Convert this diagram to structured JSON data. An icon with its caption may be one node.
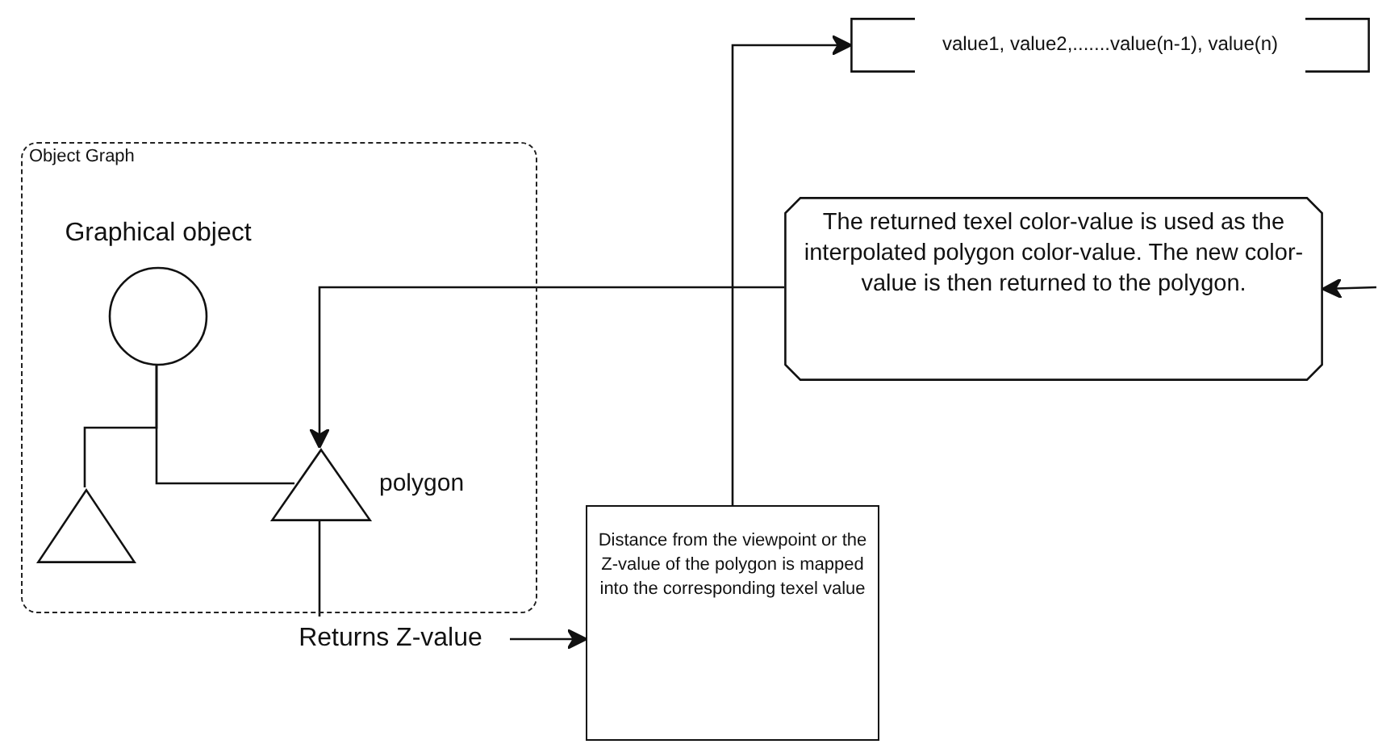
{
  "diagram": {
    "nodes": [
      {
        "text": [
          "Object Graph"
        ]
      },
      {
        "text": [
          "Graphical object"
        ],
        "in": 0
      },
      {
        "text": [],
        "shape": "triangle",
        "in": 0
      },
      {
        "text": [],
        "shape": "triangle",
        "in": 0,
        "beside": [
          "polygon"
        ]
      },
      {
        "text": [
          "Returns Z-value"
        ]
      },
      {
        "text": [
          "Distance from the viewpoint or the Z-value of the polygon is mapped into the corresponding texel value"
        ]
      },
      {
        "text": [
          "value1, value2,.......value(n-1), value(n)"
        ]
      },
      {
        "text": [
          "The  returned texel color-value is used as the interpolated polygon color-value. The new color-value is then returned to the polygon."
        ]
      }
    ],
    "edges": [
      {
        "from": 1,
        "to": 2,
        "arrow": "none"
      },
      {
        "from": 1,
        "to": 3,
        "arrow": "none"
      },
      {
        "from": 3,
        "to": 4,
        "arrow": "none"
      },
      {
        "from": 4,
        "to": 5,
        "arrow": "to"
      },
      {
        "from": 5,
        "to": 6,
        "arrow": "to"
      },
      {
        "from": 7,
        "to": 3,
        "arrow": "to"
      },
      {
        "from": null,
        "to": 7,
        "arrow": "to"
      }
    ]
  }
}
